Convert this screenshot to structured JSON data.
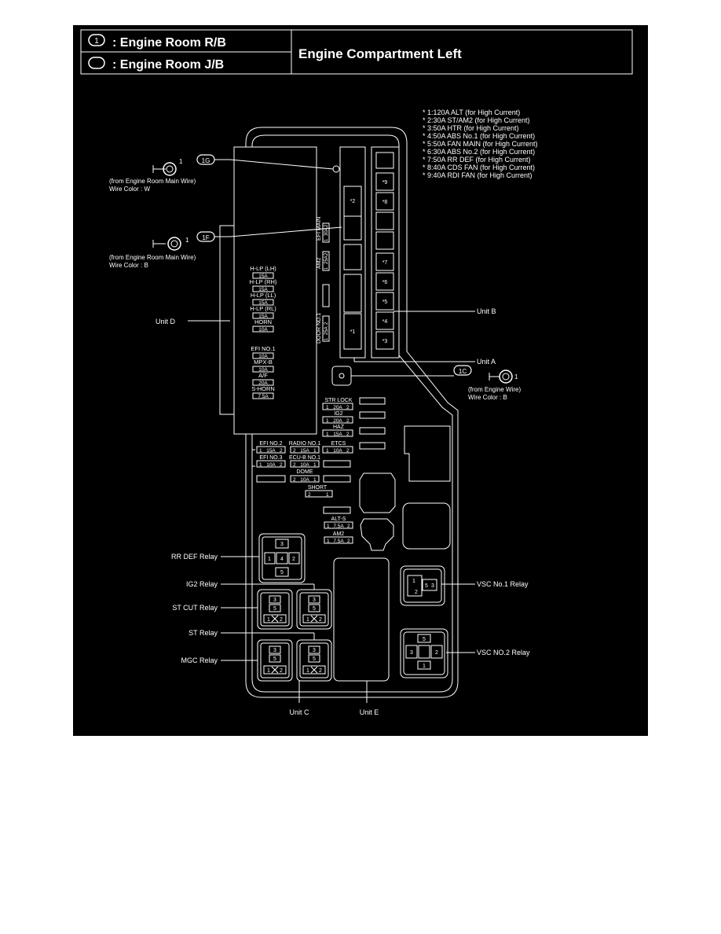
{
  "header": {
    "rb_code": "1",
    "rb_label": ": Engine Room R/B",
    "jb_label": ": Engine Room J/B",
    "title": "Engine Compartment Left"
  },
  "notes": [
    "* 1:120A ALT (for High Current)",
    "* 2:30A ST/AM2 (for High Current)",
    "* 3:50A HTR (for High Current)",
    "* 4:50A ABS No.1 (for High Current)",
    "* 5:50A FAN MAIN (for High Current)",
    "* 6:30A ABS No.2 (for High Current)",
    "* 7:50A RR DEF (for High Current)",
    "* 8:40A CDS FAN (for High Current)",
    "* 9:40A RDI FAN (for High Current)"
  ],
  "connectors": {
    "c1g": {
      "code": "1G",
      "pin": "1",
      "from": "(from Engine Room Main Wire)",
      "color": "Wire Color : W"
    },
    "c1f": {
      "code": "1F",
      "pin": "1",
      "from": "(from Engine Room Main Wire)",
      "color": "Wire Color : B"
    },
    "c1c": {
      "code": "1C",
      "pin": "1",
      "from": "(from Engine Wire)",
      "color": "Wire Color : B"
    }
  },
  "units": {
    "unit_a": "Unit A",
    "unit_b": "Unit B",
    "unit_c": "Unit C",
    "unit_d": "Unit D",
    "unit_e": "Unit E"
  },
  "relays": {
    "rr_def": "RR DEF Relay",
    "ig2": "IG2 Relay",
    "st_cut": "ST CUT Relay",
    "st": "ST Relay",
    "mgc": "MGC Relay",
    "vsc1": "VSC No.1 Relay",
    "vsc2": "VSC NO.2 Relay"
  },
  "unit_a_fuses": {
    "efi_main": {
      "name": "EFI MAIN",
      "pins": [
        "1",
        "30A",
        "2"
      ]
    },
    "am2": {
      "name": "AM2",
      "pins": [
        "1",
        "25A",
        "2"
      ]
    },
    "door_no1": {
      "name": "DOOR NO.1",
      "pins": [
        "1",
        "25A",
        "2"
      ]
    }
  },
  "unit_d_fuses": [
    {
      "name": "H-LP (LH)",
      "rating": "15A"
    },
    {
      "name": "H-LP (RH)",
      "rating": "15A"
    },
    {
      "name": "H-LP (LL)",
      "rating": "15A"
    },
    {
      "name": "H-LP (RL)",
      "rating": "15A"
    },
    {
      "name": "HORN",
      "rating": "10A"
    },
    {
      "name": "EFI NO.1",
      "rating": "10A"
    },
    {
      "name": "MPX-B",
      "rating": "10A"
    },
    {
      "name": "A/F",
      "rating": "20A"
    },
    {
      "name": "S-HORN",
      "rating": "7.5A"
    }
  ],
  "right_fuses": [
    {
      "name": "STR LOCK",
      "pins": [
        "1",
        "20A",
        "2"
      ]
    },
    {
      "name": "IG2",
      "pins": [
        "1",
        "20A",
        "2"
      ]
    },
    {
      "name": "HAZ",
      "pins": [
        "1",
        "15A",
        "2"
      ]
    },
    {
      "name": "ETCS",
      "pins": [
        "1",
        "10A",
        "2"
      ]
    }
  ],
  "left_fuses": [
    {
      "name": "EFI NO.2",
      "pins": [
        "1",
        "15A",
        "2"
      ]
    },
    {
      "name": "RADIO NO.1",
      "pins": [
        "2",
        "15A",
        "1"
      ]
    },
    {
      "name": "EFI NO.3",
      "pins": [
        "1",
        "10A",
        "2"
      ]
    },
    {
      "name": "ECU-B NO.1",
      "pins": [
        "2",
        "10A",
        "1"
      ]
    },
    {
      "name": "DOME",
      "pins": [
        "2",
        "10A",
        "1"
      ]
    }
  ],
  "short": {
    "name": "SHORT",
    "pins": [
      "2",
      "1"
    ]
  },
  "alt_s": {
    "name": "ALT-S",
    "pins": [
      "1",
      "7.5A",
      "2"
    ]
  },
  "am2_fuse": {
    "name": "AM2",
    "pins": [
      "1",
      "7.5A",
      "2"
    ]
  },
  "b_slots": [
    "*9",
    "*8",
    "*7",
    "*6",
    "*5",
    "*4",
    "*3"
  ],
  "a_slots": [
    "*2",
    "*1"
  ],
  "relay_pins": {
    "rr_def": [
      "3",
      "1",
      "4",
      "2",
      "5"
    ],
    "small": [
      "3",
      "5",
      "1",
      "2"
    ],
    "vsc1": [
      "1",
      "2",
      "5",
      "3"
    ],
    "vsc2": [
      "5",
      "3",
      "2",
      "1"
    ]
  }
}
